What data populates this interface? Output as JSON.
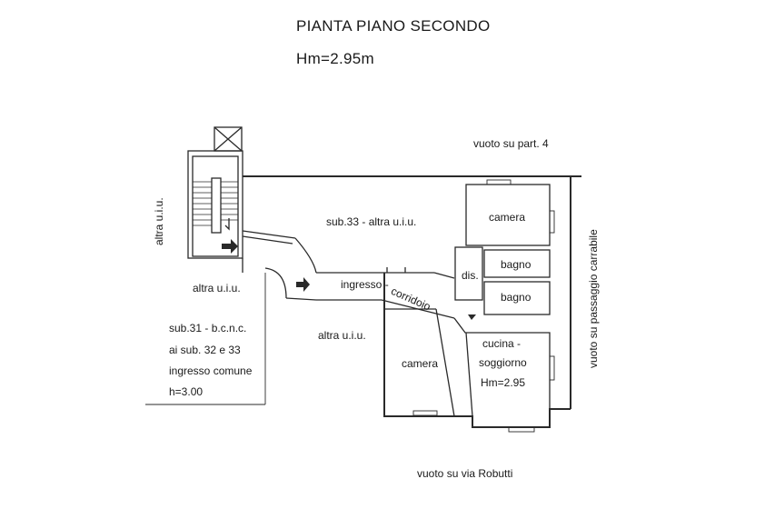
{
  "header": {
    "title": "PIANTA PIANO SECONDO",
    "height_note": "Hm=2.95m"
  },
  "surroundings": {
    "top_right": "vuoto su part. 4",
    "right_side": "vuoto su passaggio carrabile",
    "bottom": "vuoto su via Robutti",
    "left_side": "altra u.i.u."
  },
  "neighbors": {
    "upper": "sub.33 - altra u.i.u.",
    "left": "altra u.i.u.",
    "lower": "altra u.i.u."
  },
  "common_area": {
    "line1": "sub.31 - b.c.n.c.",
    "line2": "ai sub. 32 e 33",
    "line3": "ingresso comune",
    "line4": "h=3.00"
  },
  "rooms": {
    "camera_top": "camera",
    "bagno_top": "bagno",
    "bagno_bottom": "bagno",
    "disimpegno": "dis.",
    "ingresso": "ingresso -",
    "corridoio": "corridoio",
    "camera_bottom": "camera",
    "cucina_line1": "cucina -",
    "cucina_line2": "soggiorno",
    "cucina_height": "Hm=2.95"
  },
  "colors": {
    "line": "#2a2a2a",
    "background": "#ffffff"
  }
}
